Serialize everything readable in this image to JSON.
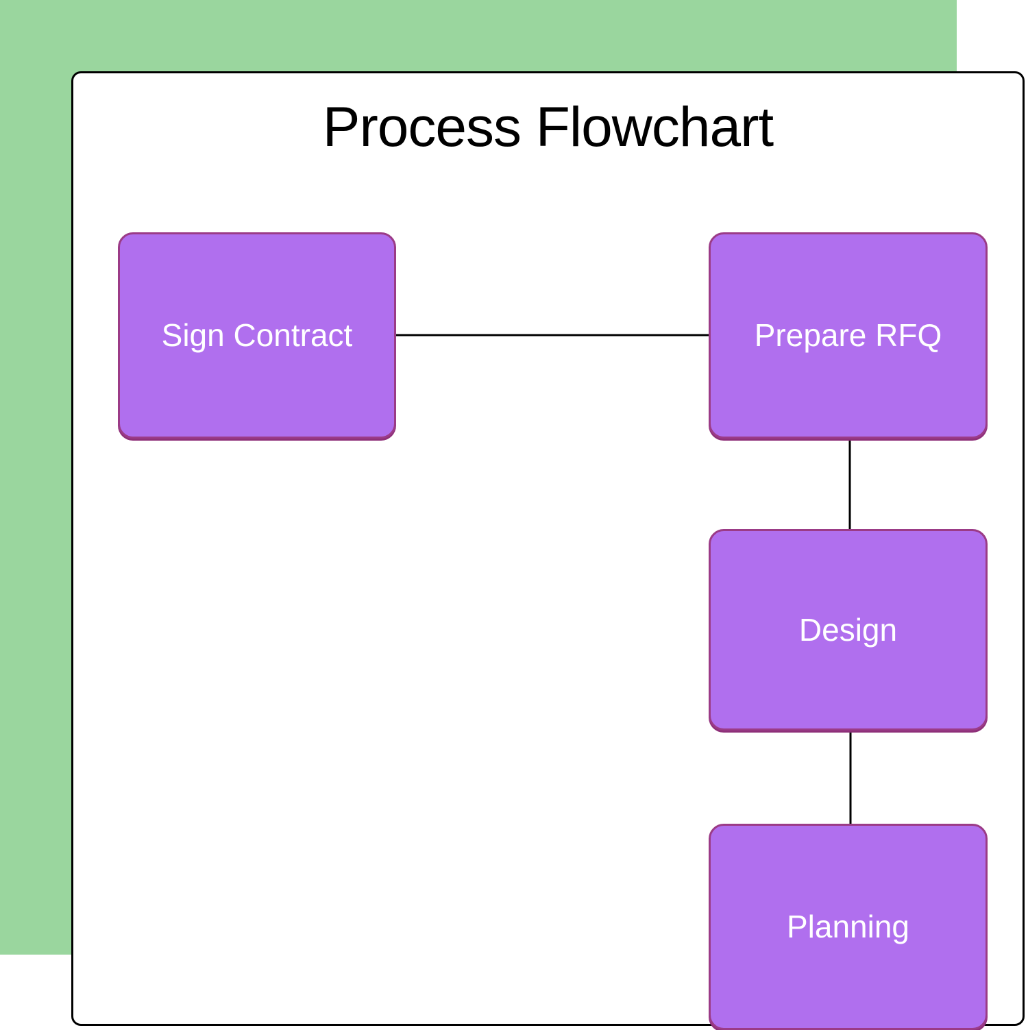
{
  "document": {
    "title": "Process Flowchart",
    "background_color": "#FFFFFF",
    "accent_color": "#9AD69E",
    "card_background": "#FFFFFF",
    "card_border_color": "#000000"
  },
  "diagram": {
    "type": "flowchart",
    "node_fill_color": "#B06FEE",
    "node_border_color": "#9B3B87",
    "node_text_color": "#FFFFFF",
    "connector_color": "#000000",
    "nodes": [
      {
        "id": "sign-contract",
        "label": "Sign Contract"
      },
      {
        "id": "prepare-rfq",
        "label": "Prepare RFQ"
      },
      {
        "id": "design",
        "label": "Design"
      },
      {
        "id": "planning",
        "label": "Planning"
      }
    ],
    "edges": [
      {
        "from": "sign-contract",
        "to": "prepare-rfq",
        "orientation": "horizontal"
      },
      {
        "from": "prepare-rfq",
        "to": "design",
        "orientation": "vertical"
      },
      {
        "from": "design",
        "to": "planning",
        "orientation": "vertical"
      }
    ]
  }
}
